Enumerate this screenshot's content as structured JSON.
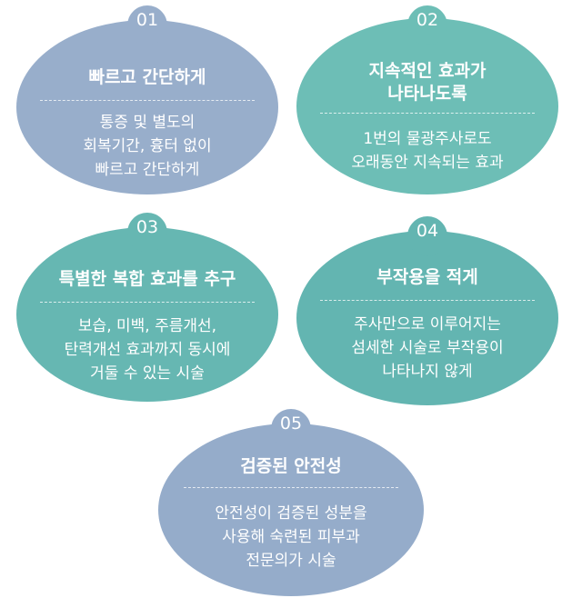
{
  "items": [
    {
      "number": "01",
      "title_lines": [
        "빠르고 간단하게"
      ],
      "desc_lines": [
        "통증 및 별도의",
        "회복기간, 흉터 없이",
        "빠르고 간단하게"
      ],
      "color": "#98aecb"
    },
    {
      "number": "02",
      "title_lines": [
        "지속적인 효과가",
        "나타나도록"
      ],
      "desc_lines": [
        "1번의 물광주사로도",
        "오래동안 지속되는 효과"
      ],
      "color": "#6dbeb6"
    },
    {
      "number": "03",
      "title_lines": [
        "특별한 복합 효과를 추구"
      ],
      "desc_lines": [
        "보습, 미백, 주름개선,",
        "탄력개선 효과까지 동시에",
        "거둘 수 있는 시술"
      ],
      "color": "#66b7b2"
    },
    {
      "number": "04",
      "title_lines": [
        "부작용을 적게"
      ],
      "desc_lines": [
        "주사만으로 이루어지는",
        "섬세한 시술로 부작용이",
        "나타나지 않게"
      ],
      "color": "#63b5b1"
    },
    {
      "number": "05",
      "title_lines": [
        "검증된 안전성"
      ],
      "desc_lines": [
        "안전성이 검증된 성분을",
        "사용해 숙련된 피부과",
        "전문의가 시술"
      ],
      "color": "#95acca"
    }
  ]
}
